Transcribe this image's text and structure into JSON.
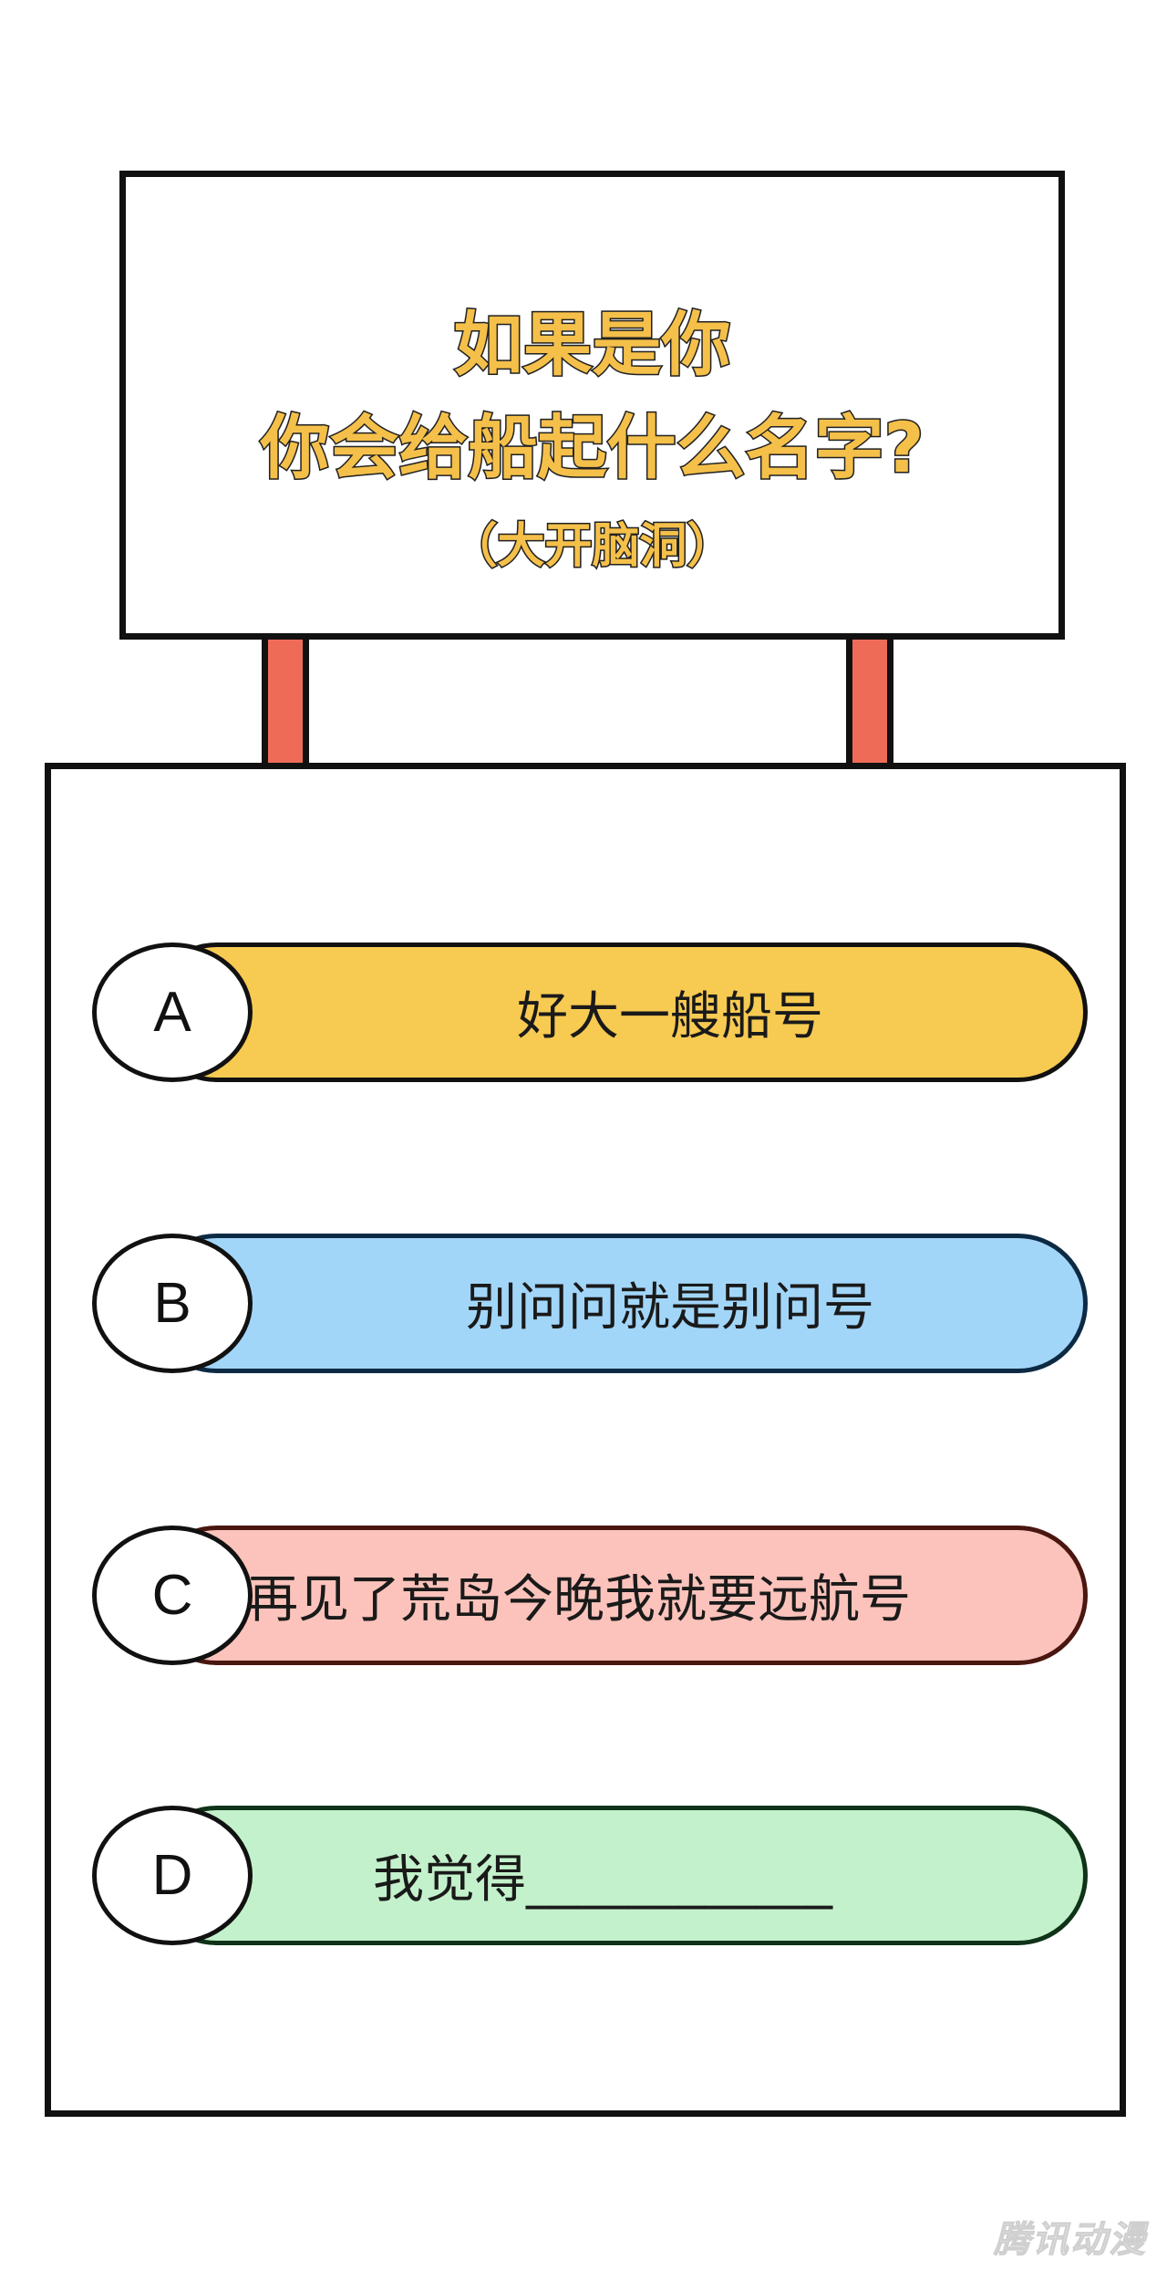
{
  "sign": {
    "line1": "如果是你",
    "line2": "你会给船起什么名字?",
    "line3": "（大开脑洞）"
  },
  "options": [
    {
      "letter": "A",
      "text": "好大一艘船号",
      "color": "#f7ca52"
    },
    {
      "letter": "B",
      "text": "别问问就是别问号",
      "color": "#a2d6f9"
    },
    {
      "letter": "C",
      "text": "再见了荒岛今晚我就要远航号",
      "color": "#fbc3bb"
    },
    {
      "letter": "D",
      "text": "我觉得____________",
      "color": "#c3f1cb"
    }
  ],
  "watermark": "腾讯动漫",
  "colors": {
    "title_fill": "#f5c04a",
    "post": "#ee6c57",
    "outline": "#111111"
  }
}
